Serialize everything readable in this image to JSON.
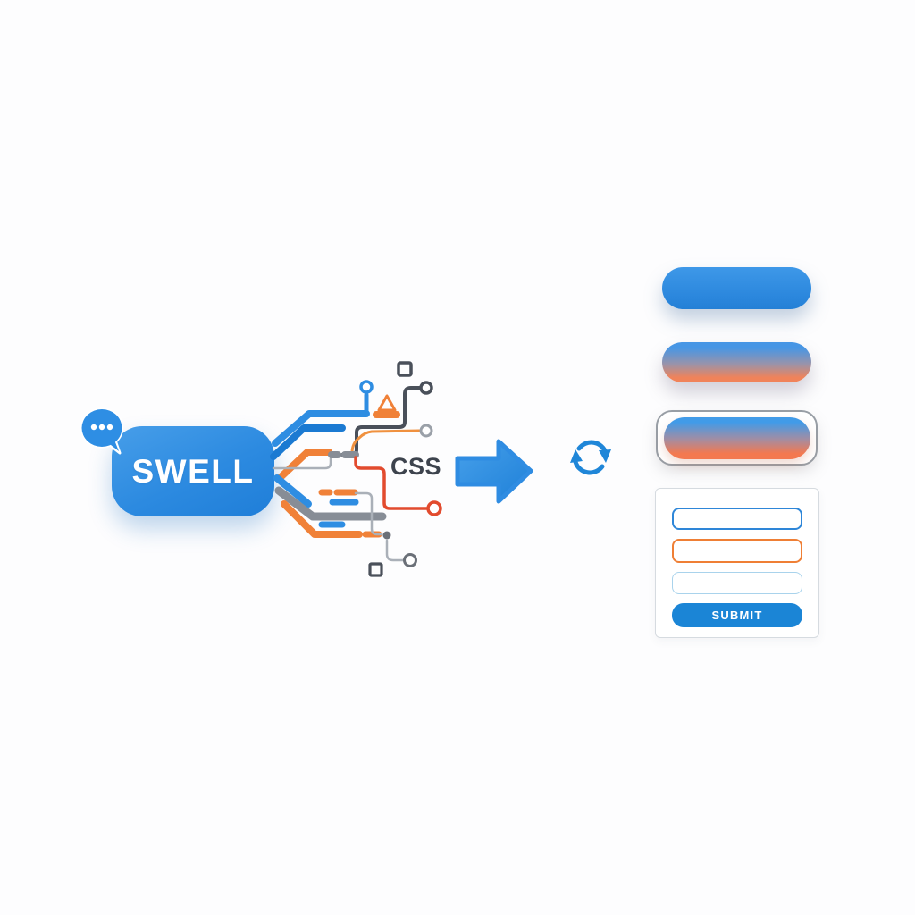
{
  "source": {
    "label": "SWELL",
    "css_label": "CSS",
    "chat_icon": "speech-bubble-dots-icon"
  },
  "transform": {
    "arrow_icon": "right-arrow-icon",
    "sync_icon": "refresh-cycle-icon"
  },
  "output": {
    "buttons": [
      {
        "variant": "solid-blue-pill"
      },
      {
        "variant": "blue-to-orange-gradient-pill"
      },
      {
        "variant": "blue-to-orange-gradient-pill-outlined"
      }
    ],
    "form": {
      "inputs": [
        {
          "name": "input-blue",
          "border_color": "#2e86d8",
          "value": "",
          "placeholder": ""
        },
        {
          "name": "input-orange",
          "border_color": "#ef7f35",
          "value": "",
          "placeholder": ""
        },
        {
          "name": "input-lightblue",
          "border_color": "#a9d3ec",
          "value": "",
          "placeholder": ""
        }
      ],
      "submit_label": "SUBMIT"
    }
  },
  "colors": {
    "brand_blue_light": "#479ee9",
    "brand_blue_dark": "#1f7ed8",
    "trace_blue": "#2e8de2",
    "trace_blue_dark": "#1b7ad2",
    "trace_orange": "#f08138",
    "trace_red": "#e24b2e",
    "trace_gray_thick": "#878d96",
    "trace_gray_thin": "#aab0b8",
    "trace_dark": "#4a505a",
    "css_text": "#3d434d",
    "arrow_blue": "#2f8ce2",
    "sync_blue": "#1f86d8",
    "pill_gradient_top": "#4796e5",
    "pill_gradient_bottom": "#f0835a",
    "outline_gray": "#989ea5",
    "submit_blue": "#1b85d6",
    "card_border": "#d6dbe0"
  }
}
